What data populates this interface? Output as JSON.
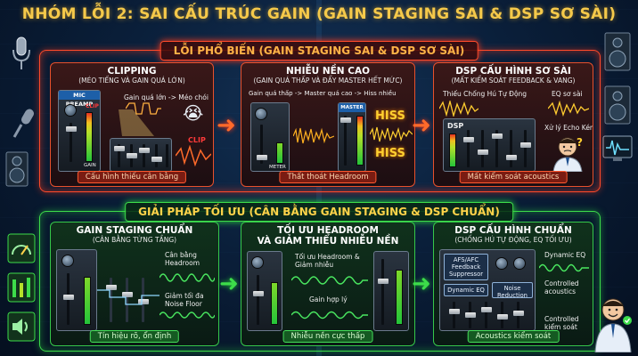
{
  "title": "NHÓM LỖI 2: SAI CẤU TRÚC GAIN (GAIN STAGING SAI & DSP SƠ SÀI)",
  "top_section": {
    "title": "LỖI PHỔ BIẾN (GAIN STAGING SAI & DSP SƠ SÀI)",
    "panels": [
      {
        "title": "CLIPPING",
        "subtitle": "(MÉO TIẾNG VÀ GAIN QUÁ LỚN)",
        "rack_label": "MIC PREAMP",
        "clip_label": "CLIP",
        "gain_label": "GAIN",
        "note": "Gain quá lớn -> Méo chói",
        "clip2_label": "CLIP",
        "footer": "Cấu hình thiếu cân bằng"
      },
      {
        "title": "NHIỄU NỀN CAO",
        "subtitle": "(GAIN QUÁ THẤP VÀ ĐẨY MASTER HẾT MỨC)",
        "note": "Gain quá thấp -> Master quá cao -> Hiss nhiều",
        "meter_label": "METER",
        "master_label": "MASTER",
        "hiss1": "HISS",
        "hiss2": "HISS",
        "footer": "Thất thoát Headroom"
      },
      {
        "title": "DSP CẤU HÌNH SƠ SÀI",
        "subtitle": "(MẤT KIỂM SOÁT FEEDBACK & VANG)",
        "note1": "Thiếu Chống Hú Tự Động",
        "note2": "EQ sơ sài",
        "dsp_label": "DSP",
        "note3": "Xử lý Echo Kém",
        "footer": "Mất kiểm soát acoustics"
      }
    ]
  },
  "bottom_section": {
    "title": "GIẢI PHÁP TỐI ƯU (CÂN BẰNG GAIN STAGING & DSP CHUẨN)",
    "panels": [
      {
        "title": "GAIN STAGING CHUẨN",
        "subtitle": "(CÂN BẰNG TỪNG TẦNG)",
        "note1": "Cân bằng Headroom",
        "note2": "Giảm tối đa Noise Floor",
        "footer": "Tín hiệu rõ, ổn định"
      },
      {
        "title": "TỐI ƯU HEADROOM",
        "title2": "VÀ GIẢM THIỂU NHIỄU NỀN",
        "note1": "Tối ưu Headroom & Giảm nhiễu",
        "note2": "Gain hợp lý",
        "footer": "Nhiễu nền cực thấp"
      },
      {
        "title": "DSP CẤU HÌNH CHUẨN",
        "subtitle": "(CHỐNG HÚ TỰ ĐỘNG, EQ TỐI ƯU)",
        "box1": "AFS/AFC Feedback Suppressor",
        "box2": "Dynamic EQ",
        "box3": "Noise Reduction",
        "note1": "Dynamic EQ",
        "note2": "Controlled acoustics",
        "note3": "Controlled kiểm soát",
        "footer": "Acoustics kiểm soát"
      }
    ]
  },
  "colors": {
    "title": "#f5c94a",
    "error": "#ff4a2a",
    "solution": "#3ddc4a"
  },
  "icons": [
    "microphone-icon",
    "speaker-icon",
    "oscilloscope-icon",
    "gauge-icon",
    "meter-icon",
    "volume-icon",
    "crying-emoji-icon",
    "confused-person-icon",
    "happy-person-icon"
  ]
}
